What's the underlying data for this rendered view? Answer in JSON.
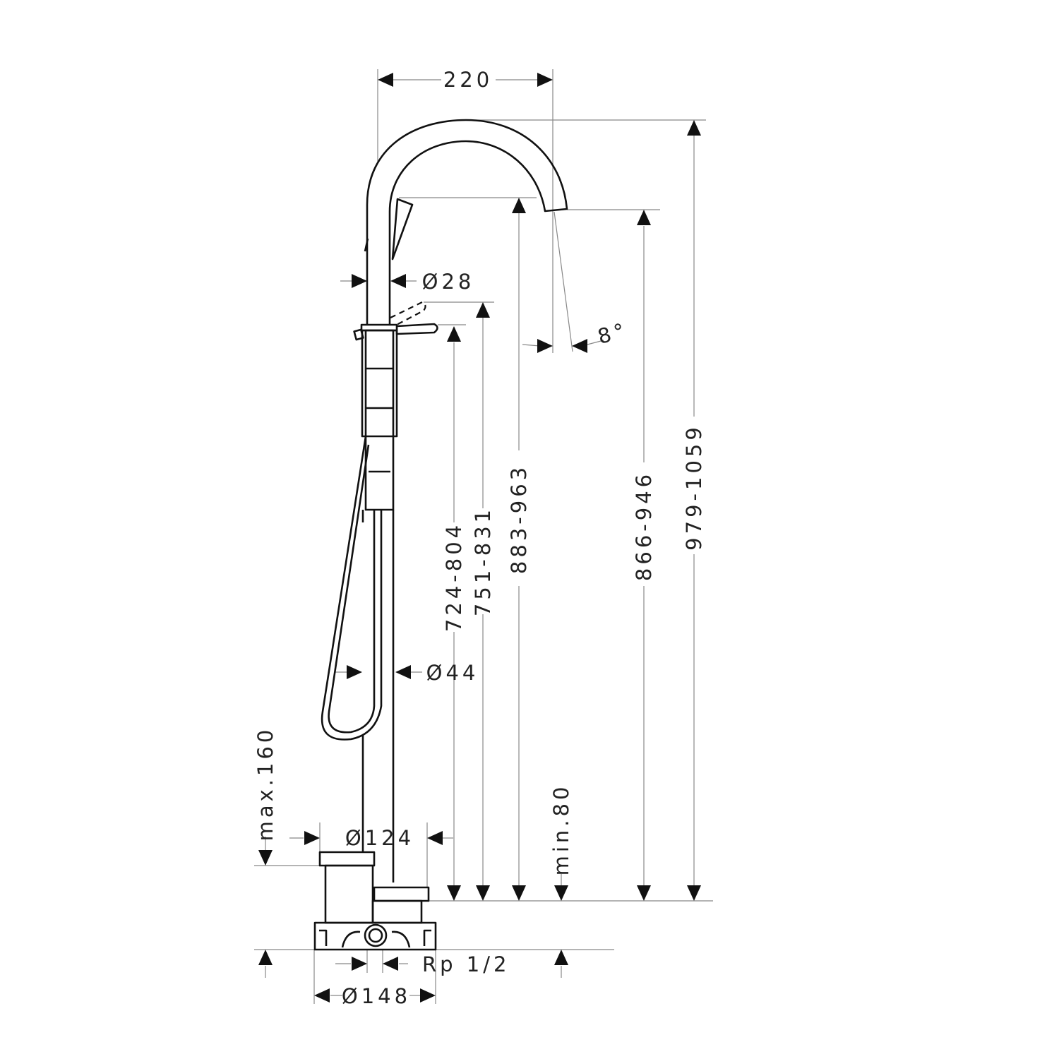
{
  "drawing": {
    "title": "Freestanding bath mixer dimensions",
    "dimensions": {
      "spout_reach": "220",
      "pipe_diameter_top": "Ø28",
      "spout_angle": "8°",
      "pipe_diameter_bottom": "Ø44",
      "lever_height": "724-804",
      "lever_raised_height": "751-831",
      "shower_height": "883-963",
      "spout_outlet_height": "866-946",
      "total_height": "979-1059",
      "max_floor_depth": "max.160",
      "min_floor_depth": "min.80",
      "rosette_diameter": "Ø124",
      "connection_thread": "Rp 1/2",
      "base_diameter": "Ø148"
    }
  }
}
